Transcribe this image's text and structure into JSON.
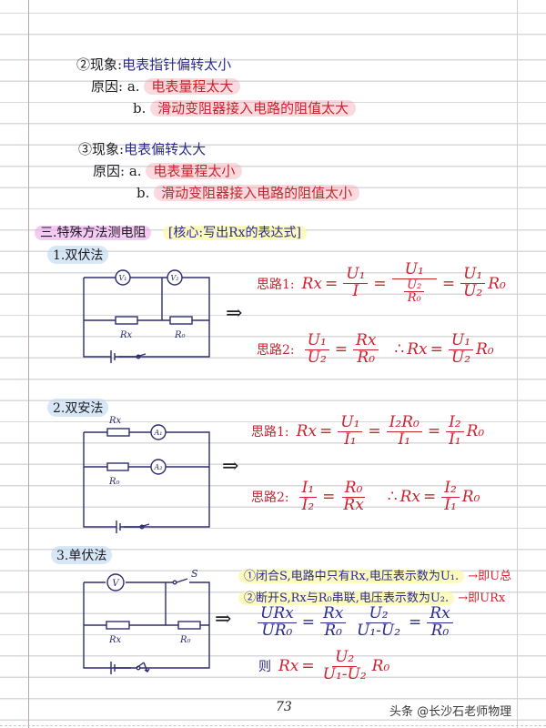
{
  "page": {
    "section_case2": {
      "label": "②现象:",
      "phenomenon": "电表指针偏转太小",
      "cause_label": "原因:",
      "a_marker": "a.",
      "a_text": "电表量程太大",
      "b_marker": "b.",
      "b_text": "滑动变阻器接入电路的阻值太大"
    },
    "section_case3": {
      "label": "③现象:",
      "phenomenon": "电表偏转太大",
      "cause_label": "原因:",
      "a_marker": "a.",
      "a_text": "电表量程太小",
      "b_marker": "b.",
      "b_text": "滑动变阻器接入电路的阻值太小"
    },
    "section_three": {
      "title": "三.特殊方法测电阻",
      "core": "[核心:写出Rx的表达式]"
    },
    "method1": {
      "title": "1.双伏法",
      "circuit_labels": {
        "v1": "V₁",
        "v2": "V₂",
        "rx": "Rx",
        "r0": "R₀"
      },
      "arrow": "⇒",
      "idea1": {
        "label": "思路1:",
        "lhs": "Rx",
        "f1_num": "U₁",
        "f1_den": "I",
        "f2_num": "U₁",
        "f2_den_num": "U₂",
        "f2_den_den": "R₀",
        "f3_num": "U₁",
        "f3_den": "U₂",
        "tail": "R₀"
      },
      "idea2": {
        "label": "思路2:",
        "f1_num": "U₁",
        "f1_den": "U₂",
        "f2_num": "Rx",
        "f2_den": "R₀",
        "therefore": "∴",
        "lhs": "Rx",
        "f3_num": "U₁",
        "f3_den": "U₂",
        "tail": "R₀"
      }
    },
    "method2": {
      "title": "2.双安法",
      "circuit_labels": {
        "a1": "A₁",
        "a2": "A₂",
        "rx": "Rx",
        "r0": "R₀"
      },
      "arrow": "⇒",
      "idea1": {
        "label": "思路1:",
        "lhs": "Rx",
        "f1_num": "U₁",
        "f1_den": "I₁",
        "f2_num": "I₂R₀",
        "f2_den": "I₁",
        "f3_num": "I₂",
        "f3_den": "I₁",
        "tail": "R₀"
      },
      "idea2": {
        "label": "思路2:",
        "f1_num": "I₁",
        "f1_den": "I₂",
        "f2_num": "R₀",
        "f2_den": "Rx",
        "therefore": "∴",
        "lhs": "Rx",
        "f3_num": "I₂",
        "f3_den": "I₁",
        "tail": "R₀"
      }
    },
    "method3": {
      "title": "3.单伏法",
      "circuit_labels": {
        "v": "V",
        "s": "S",
        "rx": "Rx",
        "r0": "R₀"
      },
      "arrow": "⇒",
      "step1": {
        "text": "①闭合S,电路中只有Rx,电压表示数为U₁.",
        "result": "→即U总"
      },
      "step2": {
        "text": "②断开S,Rx与R₀串联,电压表示数为U₂.",
        "result": "→即URx"
      },
      "eq1": {
        "f1_num": "URx",
        "f1_den": "UR₀",
        "f2_num": "Rx",
        "f2_den": "R₀"
      },
      "eq2": {
        "f1_num": "U₂",
        "f1_den": "U₁-U₂",
        "f2_num": "Rx",
        "f2_den": "R₀"
      },
      "result": {
        "then": "则",
        "lhs": "Rx",
        "f_num": "U₂",
        "f_den": "U₁-U₂",
        "tail": "R₀"
      }
    },
    "footer": {
      "page_number": "73",
      "source": "头条 @长沙石老师物理"
    }
  }
}
